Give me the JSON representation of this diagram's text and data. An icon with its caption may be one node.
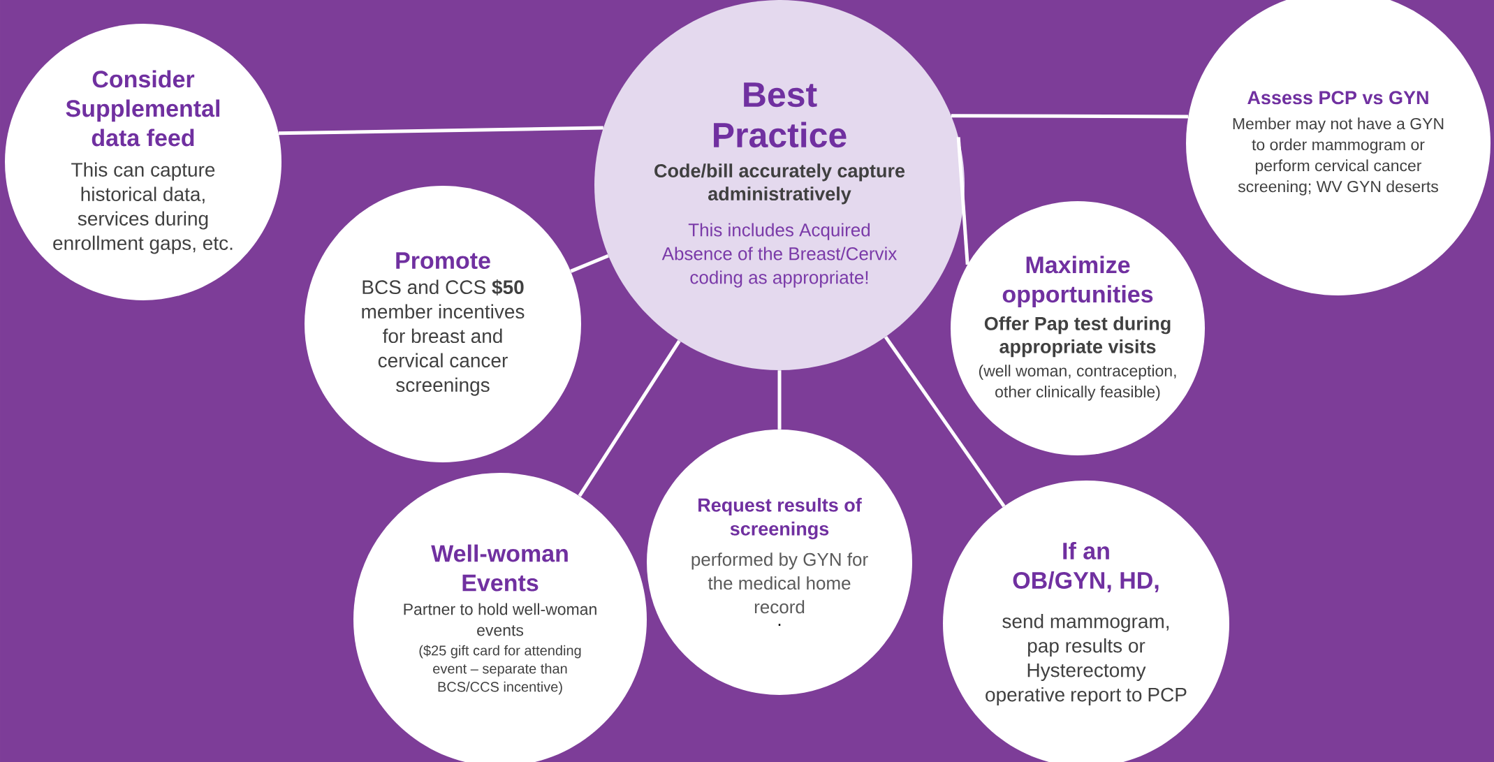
{
  "diagram": {
    "nodes": [
      {
        "text": [
          "Consider Supplemental data feed",
          "This can capture historical data, services during enrollment gaps, etc."
        ]
      },
      {
        "text": [
          "Best Practice",
          "Code/bill accurately capture administratively",
          "This includes Acquired Absence of the Breast/Cervix coding as appropriate!"
        ]
      },
      {
        "text": [
          "Assess PCP vs GYN",
          "Member may not have a GYN to order mammogram or perform cervical cancer screening; WV GYN deserts"
        ]
      },
      {
        "text": [
          "Promote",
          "BCS and CCS **$50** member incentives for breast and cervical cancer screenings"
        ]
      },
      {
        "text": [
          "Maximize opportunities",
          "Offer Pap test during appropriate visits",
          "(well woman, contraception, other clinically feasible)"
        ]
      },
      {
        "text": [
          "Request results of screenings",
          "performed by GYN for the medical home record",
          "."
        ]
      },
      {
        "text": [
          "Well-woman Events",
          "Partner to hold well-woman events",
          "($25 gift card for attending event – separate than BCS/CCS incentive)"
        ]
      },
      {
        "text": [
          "If an OB/GYN, HD,",
          "send mammogram, pap results or Hysterectomy operative report to PCP"
        ]
      }
    ],
    "edges": [
      {
        "from": 1,
        "to": 0,
        "arrow": "none"
      },
      {
        "from": 1,
        "to": 2,
        "arrow": "none"
      },
      {
        "from": 1,
        "to": 3,
        "arrow": "none"
      },
      {
        "from": 1,
        "to": 4,
        "arrow": "none"
      },
      {
        "from": 1,
        "to": 5,
        "arrow": "none"
      },
      {
        "from": 1,
        "to": 6,
        "arrow": "none"
      },
      {
        "from": 1,
        "to": 7,
        "arrow": "none"
      }
    ]
  }
}
